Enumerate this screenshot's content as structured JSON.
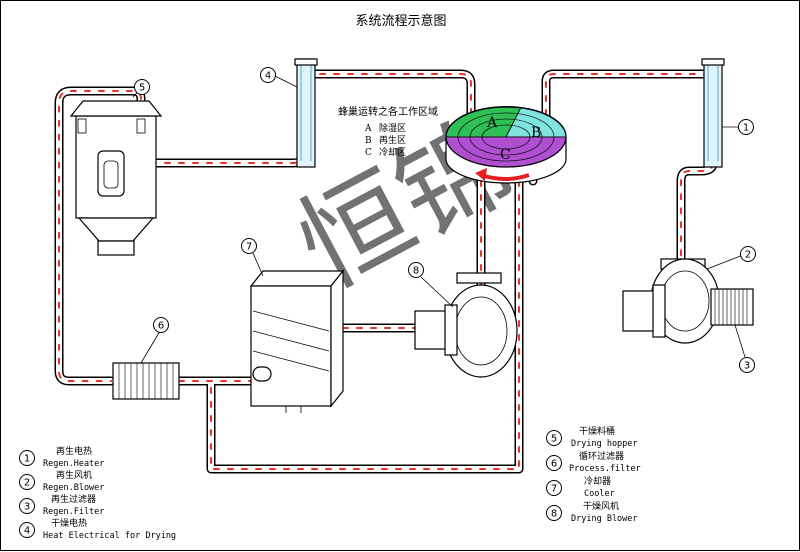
{
  "title": "系统流程示意图",
  "honeycomb": {
    "heading": "蜂巢运转之各工作区域",
    "zones": [
      {
        "letter": "A",
        "name": "除湿区"
      },
      {
        "letter": "B",
        "name": "再生区"
      },
      {
        "letter": "C",
        "name": "冷却区"
      }
    ],
    "wheel_letters": [
      "A",
      "B",
      "C"
    ]
  },
  "watermark": "恒锦",
  "legend": [
    {
      "n": "1",
      "zh": "再生电热",
      "en": "Regen.Heater"
    },
    {
      "n": "2",
      "zh": "再生风机",
      "en": "Regen.Blower"
    },
    {
      "n": "3",
      "zh": "再生过滤器",
      "en": "Regen.Filter"
    },
    {
      "n": "4",
      "zh": "干燥电热",
      "en": "Heat Electrical for Drying"
    },
    {
      "n": "5",
      "zh": "干燥料桶",
      "en": "Drying hopper"
    },
    {
      "n": "6",
      "zh": "循环过滤器",
      "en": "Process.filter"
    },
    {
      "n": "7",
      "zh": "冷却器",
      "en": "Cooler"
    },
    {
      "n": "8",
      "zh": "干燥风机",
      "en": "Drying Blower"
    }
  ],
  "callouts": [
    "1",
    "2",
    "3",
    "4",
    "5",
    "6",
    "7",
    "8"
  ],
  "colors": {
    "pipe_flow": "#e8322a",
    "heater_glass": "#dff4fb",
    "zone_a": "#2fbf55",
    "zone_b": "#7fe3df",
    "zone_c": "#b04fd0",
    "rotation_arrow": "#e31f1f"
  }
}
